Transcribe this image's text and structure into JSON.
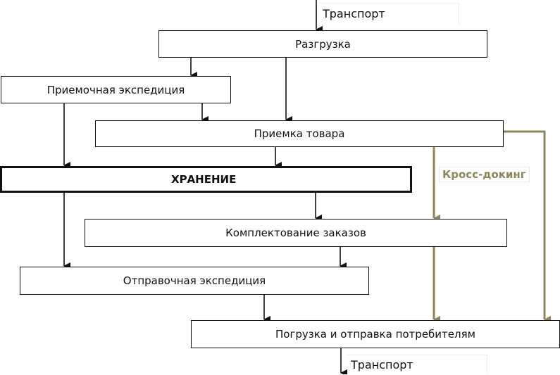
{
  "diagram": {
    "transport_in": "Транспорт",
    "transport_out": "Транспорт",
    "nodes": {
      "unloading": "Разгрузка",
      "receiving_expedition": "Приемочная экспедиция",
      "goods_acceptance": "Приемка товара",
      "storage": "ХРАНЕНИЕ",
      "order_picking": "Комплектование заказов",
      "shipping_expedition": "Отправочная экспедиция",
      "loading_dispatch": "Погрузка и отправка потребителям"
    },
    "cross_docking_label": "Кросс-докинг",
    "colors": {
      "main_flow": "#111111",
      "cross_docking_flow": "#8c865e"
    }
  }
}
